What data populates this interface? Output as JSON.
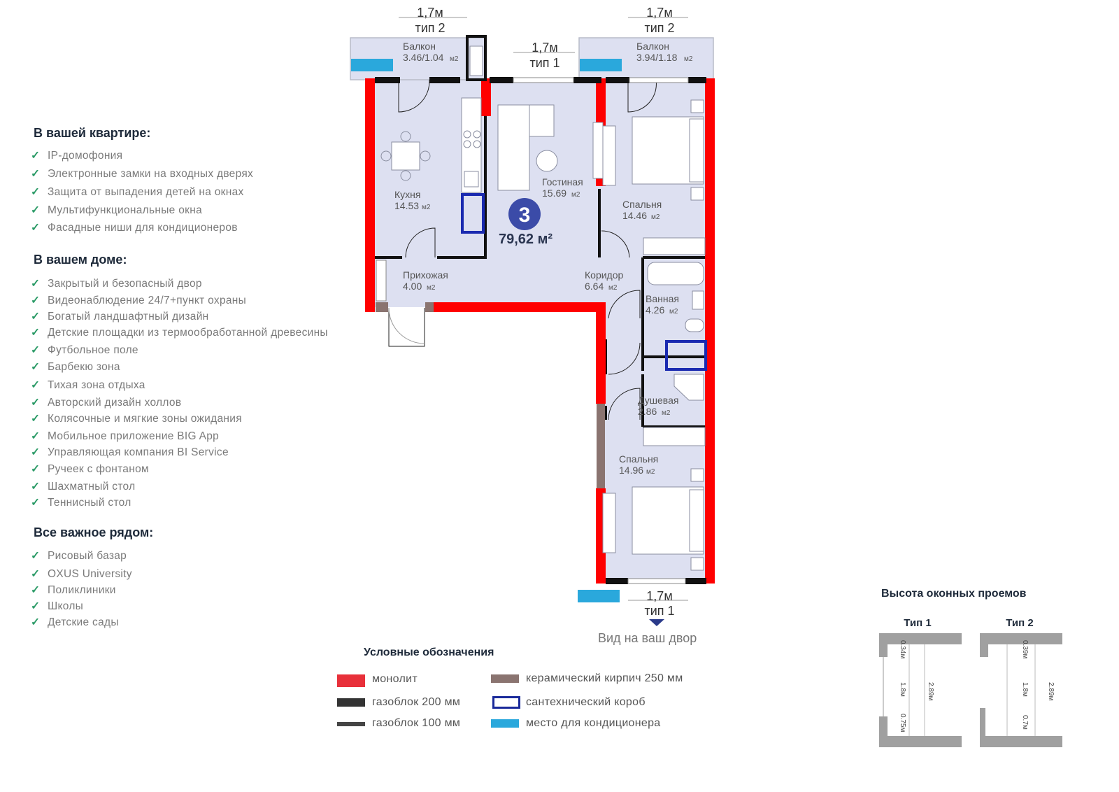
{
  "features": {
    "apartment": {
      "title": "В вашей квартире:",
      "items": [
        "IP-домофония",
        "Электронные замки на входных дверях",
        "Защита от выпадения детей на окнах",
        "Мультифункциональные окна",
        "Фасадные ниши для кондиционеров"
      ]
    },
    "house": {
      "title": "В вашем доме:",
      "items": [
        "Закрытый и безопасный двор",
        "Видеонаблюдение 24/7+пункт охраны",
        "Богатый ландшафтный дизайн",
        "Детские площадки из термообработанной древесины",
        "Футбольное поле",
        "Барбекю зона",
        "Тихая зона отдыха",
        "Авторский дизайн холлов",
        "Колясочные и мягкие зоны ожидания",
        "Мобильное приложение BIG App",
        "Управляющая компания BI Service",
        "Ручеек с фонтаном",
        "Шахматный стол",
        "Теннисный стол"
      ]
    },
    "nearby": {
      "title": "Все важное рядом:",
      "items": [
        "Рисовый базар",
        "OXUS University",
        "Поликлиники",
        "Школы",
        "Детские сады"
      ]
    }
  },
  "plan": {
    "rooms_count": "3",
    "total_area": "79,62 м²",
    "view_label": "Вид на ваш двор",
    "rooms": [
      {
        "name": "Балкон",
        "area": "3.46/1.04",
        "unit": "м2"
      },
      {
        "name": "Балкон",
        "area": "3.94/1.18",
        "unit": "м2"
      },
      {
        "name": "Кухня",
        "area": "14.53",
        "unit": "м2"
      },
      {
        "name": "Гостиная",
        "area": "15.69",
        "unit": "м2"
      },
      {
        "name": "Спальня",
        "area": "14.46",
        "unit": "м2"
      },
      {
        "name": "Прихожая",
        "area": "4.00",
        "unit": "м2"
      },
      {
        "name": "Коридор",
        "area": "6.64",
        "unit": "м2"
      },
      {
        "name": "Ванная",
        "area": "4.26",
        "unit": "м2"
      },
      {
        "name": "Душевая",
        "area": "2.86",
        "unit": "м2"
      },
      {
        "name": "Спальня",
        "area": "14.96",
        "unit": "м2"
      }
    ],
    "window_marks": [
      {
        "width": "1,7м",
        "type": "тип 2"
      },
      {
        "width": "1,7м",
        "type": "тип 1"
      },
      {
        "width": "1,7м",
        "type": "тип 2"
      },
      {
        "width": "1,7м",
        "type": "тип 1"
      }
    ]
  },
  "legend": {
    "title": "Условные обозначения",
    "items": [
      {
        "label": "монолит",
        "color": "#e8303a"
      },
      {
        "label": "керамический кирпич 250 мм",
        "color": "#8a7470"
      },
      {
        "label": "газоблок 200 мм",
        "color": "#333333"
      },
      {
        "label": "сантехнический короб",
        "color": "#1a2a9a"
      },
      {
        "label": "газоблок 100 мм",
        "color": "#444444"
      },
      {
        "label": "место для кондиционера",
        "color": "#2aa8dc"
      }
    ]
  },
  "window_heights": {
    "title": "Высота оконных проемов",
    "types": [
      {
        "name": "Тип 1",
        "top": "0.34м",
        "window": "1.8м",
        "bottom": "0.75м",
        "total": "2.89м"
      },
      {
        "name": "Тип 2",
        "top": "0.39м",
        "window": "1.8м",
        "bottom": "0.7м",
        "total": "2.89м"
      }
    ]
  },
  "colors": {
    "floor": "#dde0f1",
    "monolith": "#ff0000",
    "brick": "#8a7470",
    "block": "#111111",
    "shaft": "#1a2ab0",
    "ac": "#2aa8dc",
    "badge": "#3b4ba8",
    "check": "#2a9a66"
  }
}
